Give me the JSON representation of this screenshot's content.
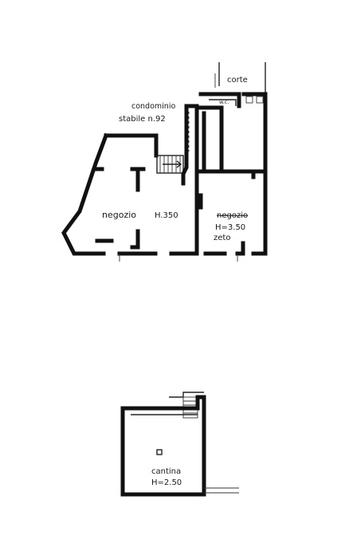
{
  "ground_floor": {
    "labels": {
      "courtyard": "corte",
      "condominium": "condominio",
      "building_ref": "stabile n.92",
      "wc": "w.c.",
      "shop_main": "negozio",
      "shop_main_height": "H.350",
      "shop_side": "negozio",
      "shop_side_height": "H=3.50",
      "shop_side_note": "zeto"
    }
  },
  "basement": {
    "labels": {
      "room": "cantina",
      "height": "H=2.50"
    }
  }
}
